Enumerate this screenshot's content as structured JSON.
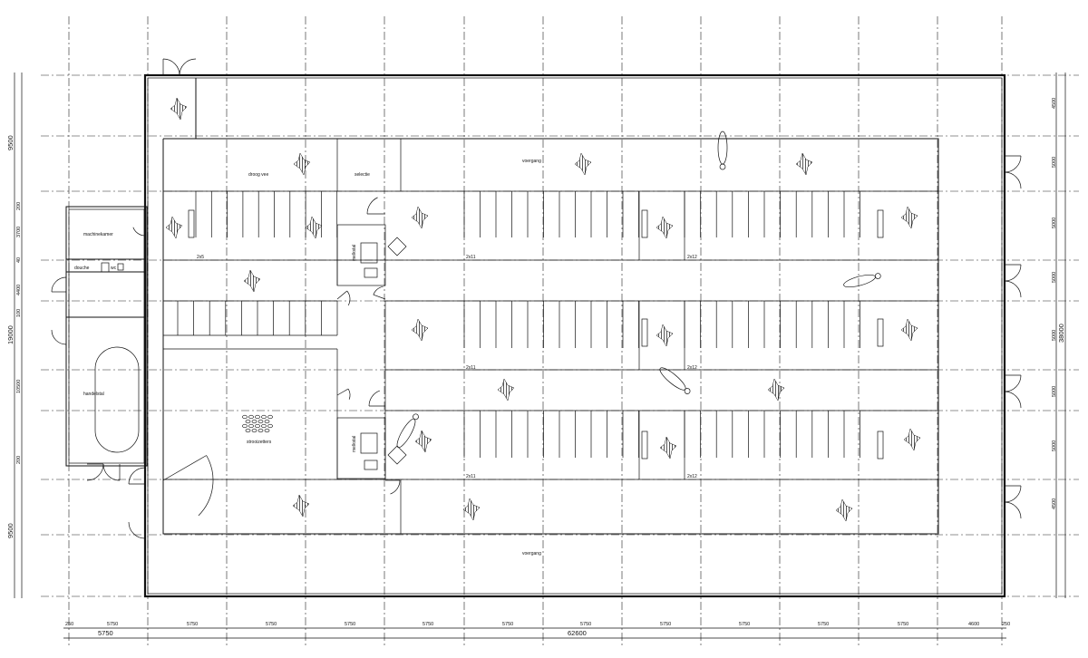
{
  "rooms": {
    "droog_vee": "droog vee",
    "selectie": "selectie",
    "voergang_top": "voergang",
    "voergang_bottom": "voergang",
    "machinekamer": "machinekamer",
    "douche": "douche",
    "wc": "wc",
    "melkstal_1": "melkstal",
    "melkstal_2": "melkstal",
    "handelsstal": "handelstal",
    "stro": "strooizetters"
  },
  "pen_tags": [
    "2x5",
    "2x11",
    "2x12",
    "2x11",
    "2x12",
    "2x11",
    "2x12"
  ],
  "dims_bottom": {
    "bays": [
      "250",
      "5750",
      "5750",
      "5750",
      "5750",
      "5750",
      "5750",
      "5750",
      "5750",
      "5750",
      "5750",
      "5750",
      "4600",
      "250"
    ],
    "total_left": "5750",
    "total": "62600"
  },
  "dims_left": {
    "outer": [
      "9500",
      "19000",
      "9500"
    ],
    "inner": [
      "200",
      "3700",
      "40",
      "4400",
      "100",
      "10500",
      "200"
    ]
  },
  "dims_right": {
    "segments": [
      "4500",
      "5000",
      "5000",
      "5000",
      "5000",
      "5000",
      "5000",
      "4500"
    ],
    "total": "38000"
  }
}
